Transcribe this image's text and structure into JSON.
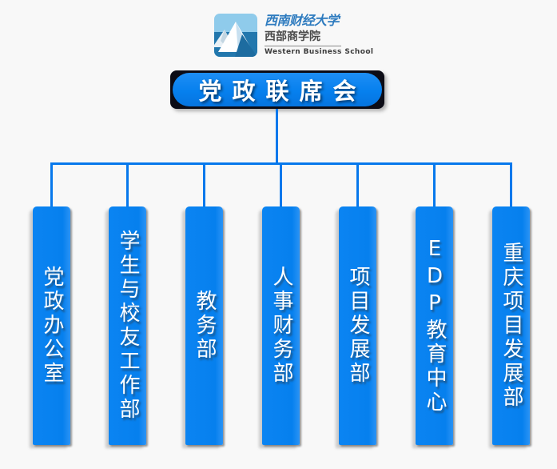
{
  "logo": {
    "university_name": "西南财经大学",
    "school_name_cn": "西部商学院",
    "school_name_en": "Western Business School",
    "icon": "mountain-logo-icon",
    "colors": {
      "sky_blue": "#8fcbeb",
      "base_blue": "#2277ad",
      "name_blue": "#2e7bbf"
    }
  },
  "org_chart": {
    "root": {
      "label": "党政联席会"
    },
    "departments": [
      {
        "label": "党政办公室"
      },
      {
        "label": "学生与校友工作部"
      },
      {
        "label": "教务部"
      },
      {
        "label": "人事财务部"
      },
      {
        "label": "项目发展部"
      },
      {
        "label": "EDP教育中心"
      },
      {
        "label": "重庆项目发展部"
      }
    ],
    "colors": {
      "bar_blue": "#0680ee",
      "line_blue": "#0778ec",
      "root_frame_black": "#0c0c16",
      "label_white": "#ffffff",
      "background": "#f8f8f8"
    }
  }
}
